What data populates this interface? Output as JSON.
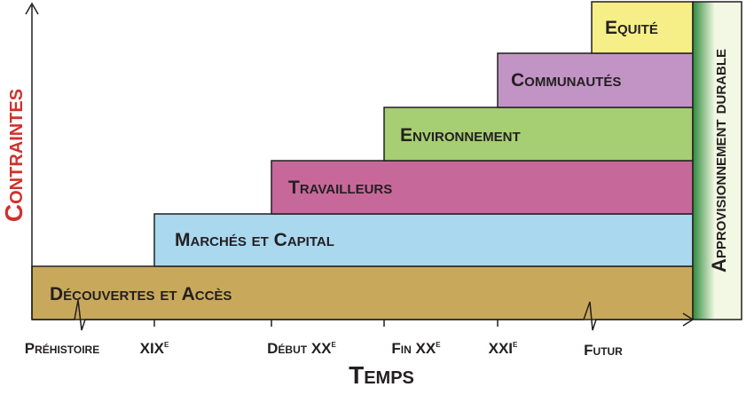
{
  "axes": {
    "y_label": "Contraintes",
    "x_label": "Temps"
  },
  "colors": {
    "y_label": "#d0312d",
    "frame": "#231f20",
    "decouvertes": "#c8a95b",
    "marches": "#a9d8ef",
    "travailleurs": "#c7689a",
    "environnement": "#a6ce72",
    "communautes": "#c294c5",
    "equite": "#f6ef88",
    "sustainable_dark": "#2f8a3c",
    "sustainable_light": "#f2f8e3",
    "sustainable_text": "#2f7d35"
  },
  "layers": [
    {
      "label": "Découvertes et Accès"
    },
    {
      "label": "Marchés et Capital"
    },
    {
      "label": "Travailleurs"
    },
    {
      "label": "Environnement"
    },
    {
      "label": "Communautés"
    },
    {
      "label": "Equité"
    }
  ],
  "sustainable": {
    "label": "Approvisionnement durable"
  },
  "timeline": [
    {
      "label": "Préhistoire"
    },
    {
      "label": "XIX",
      "sup": "e"
    },
    {
      "label": "Début XX",
      "sup": "e"
    },
    {
      "label": "Fin XX",
      "sup": "e"
    },
    {
      "label": "XXI",
      "sup": "e"
    },
    {
      "label": "Futur"
    }
  ]
}
